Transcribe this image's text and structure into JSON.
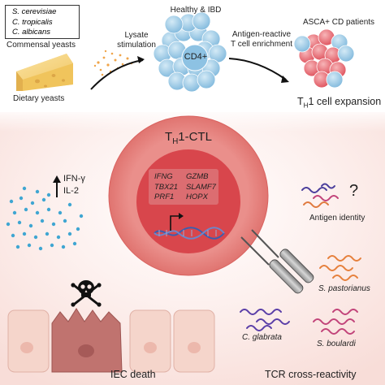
{
  "top": {
    "species": [
      "S. cerevisiae",
      "C. tropicalis",
      "C. albicans"
    ],
    "commensal_label": "Commensal yeasts",
    "dietary_label": "Dietary yeasts",
    "lysate_label_line1": "Lysate",
    "lysate_label_line2": "stimulation",
    "healthy_label": "Healthy & IBD",
    "cd4_label": "CD4+",
    "antigen_reactive_line1": "Antigen-reactive",
    "antigen_reactive_line2": "T cell enrichment",
    "asca_label": "ASCA+ CD patients",
    "expansion_label": "TH1 cell expansion"
  },
  "bottom": {
    "cell_title": "TH1-CTL",
    "genes": [
      [
        "IFNG",
        "GZMB"
      ],
      [
        "TBX21",
        "SLAMF7"
      ],
      [
        "PRF1",
        "HOPX"
      ]
    ],
    "cytokines_line1": "IFN-γ",
    "cytokines_line2": "IL-2",
    "antigen_identity_label": "Antigen identity",
    "question_mark": "?",
    "species_pastorianus": "S. pastorianus",
    "species_glabrata": "C. glabrata",
    "species_boulardi": "S. boulardi",
    "iec_death_label": "IEC death",
    "tcr_label": "TCR cross-reactivity"
  },
  "colors": {
    "bg_top": "#ffffff",
    "bg_bottom": "#fbe9e6",
    "cell_outer": "#e27a78",
    "cell_inner": "#d9464a",
    "blue_cell": "#9fcbe6",
    "red_cell": "#e96a71",
    "dots_blue": "#45a9d4",
    "dots_orange": "#f0a54a",
    "iec": "#f6d6cc",
    "iec_dead": "#c67a78"
  },
  "icons": [
    "cheese-icon",
    "skull-crossbones-icon",
    "dna-icon",
    "tcr-receptor-icon",
    "yeast-strand-icon"
  ]
}
